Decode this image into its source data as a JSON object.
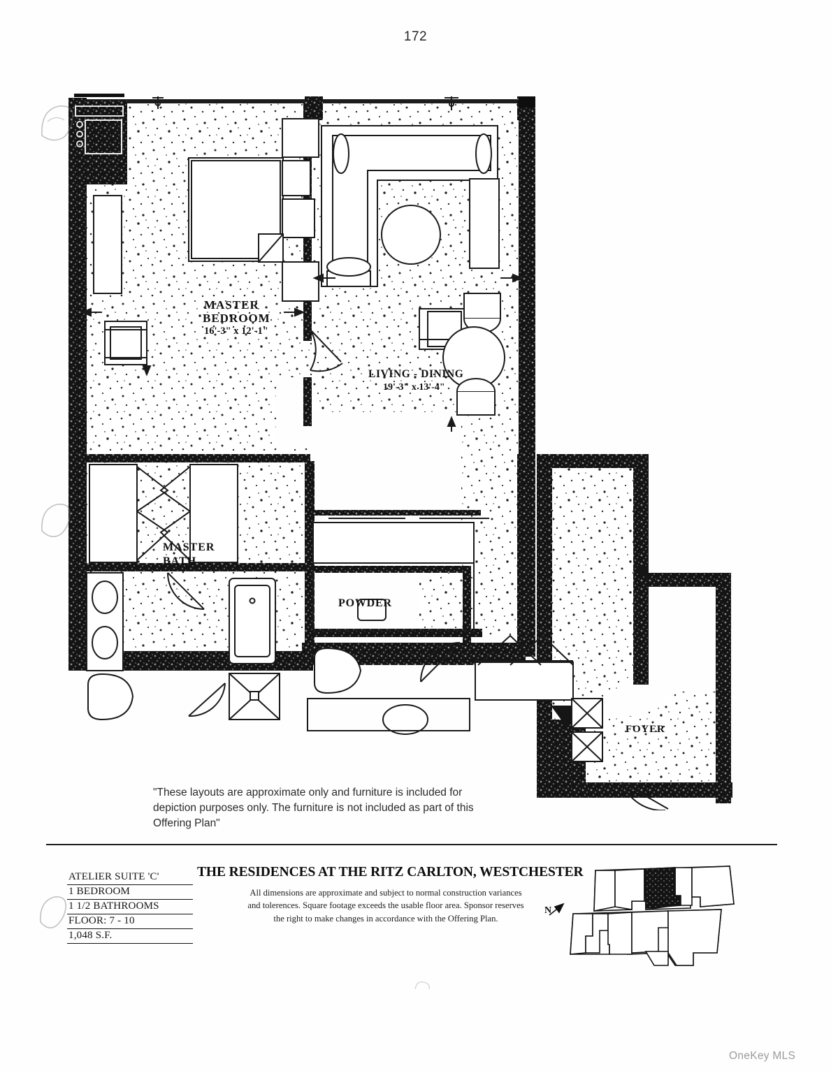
{
  "document": {
    "page_number": "172",
    "watermark": "OneKey MLS"
  },
  "disclaimer": {
    "line1": "\"These layouts are approximate only and furniture is included for",
    "line2": "depiction purposes only.  The furniture is not included as part of this",
    "line3": "Offering Plan\""
  },
  "floorplan": {
    "rooms": [
      {
        "name": "master-bedroom",
        "label": "MASTER",
        "label2": "BEDROOM",
        "dimensions": "16'-3\" x 12'-1\""
      },
      {
        "name": "living-dining",
        "label": "LIVING - DINING",
        "dimensions": "19'-3\" x 13'-4\""
      },
      {
        "name": "master-bath",
        "label": "MASTER",
        "label2": "BATH",
        "dimensions": ""
      },
      {
        "name": "powder",
        "label": "POWDER",
        "dimensions": ""
      },
      {
        "name": "foyer",
        "label": "FOYER",
        "dimensions": ""
      }
    ],
    "labels": {
      "master_bedroom_1": "MASTER",
      "master_bedroom_2": "BEDROOM",
      "master_bedroom_dim": "16'-3\" x 12'-1\"",
      "living_dining": "LIVING - DINING",
      "living_dining_dim": "19'-3\" x 13'-4\"",
      "master_bath_1": "MASTER",
      "master_bath_2": "BATH",
      "powder": "POWDER",
      "foyer": "FOYER"
    }
  },
  "spec_block": {
    "suite": "ATELIER SUITE 'C'",
    "bedrooms": "1 BEDROOM",
    "bathrooms": "1 1/2 BATHROOMS",
    "floors": "FLOOR:  7 - 10",
    "area": "1,048 S.F."
  },
  "title_block": {
    "project": "THE RESIDENCES AT THE RITZ CARLTON, WESTCHESTER",
    "legal_line1": "All dimensions are approximate and subject to normal construction variances",
    "legal_line2": "and tolerences.  Square footage exceeds the usable floor area.  Sponsor reserves",
    "legal_line3": "the right to make changes in accordance with the Offering Plan."
  },
  "key_plan": {
    "north_label": "N"
  },
  "colors": {
    "ink": "#111111",
    "wall_fill": "#1a1a1a",
    "paper": "#ffffff",
    "watermark": "#9b9b9b"
  }
}
